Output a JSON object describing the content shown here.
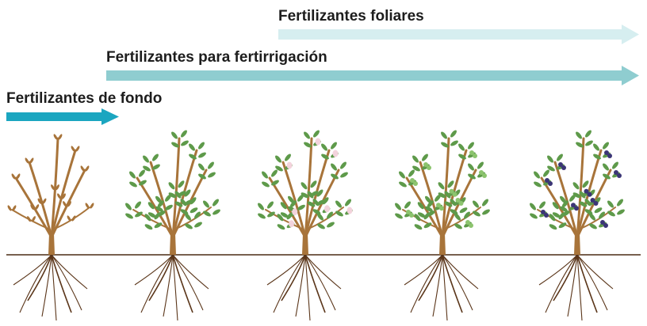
{
  "arrows": [
    {
      "label": "Fertilizantes foliares",
      "color": "#d6eef0"
    },
    {
      "label": "Fertilizantes para fertirrigación",
      "color": "#8fcdd0"
    },
    {
      "label": "Fertilizantes de fondo",
      "color": "#1ba6c0"
    }
  ],
  "stages": [
    {
      "name": "dormancy",
      "leaves": false,
      "flowers": false,
      "fruit": "none"
    },
    {
      "name": "budbreak",
      "leaves": true,
      "flowers": false,
      "fruit": "none"
    },
    {
      "name": "flowering",
      "leaves": true,
      "flowers": true,
      "fruit": "none"
    },
    {
      "name": "green-fruit",
      "leaves": true,
      "flowers": false,
      "fruit": "green"
    },
    {
      "name": "ripe-fruit",
      "leaves": true,
      "flowers": false,
      "fruit": "blue"
    }
  ],
  "colors": {
    "ground": "#4a2c14",
    "trunk": "#a8743a",
    "root": "#5a3519",
    "leaf": "#5e9a4a",
    "flower": "#f3d3dc",
    "green_fruit": "#8cc46e",
    "blue_fruit": "#3b3576"
  }
}
